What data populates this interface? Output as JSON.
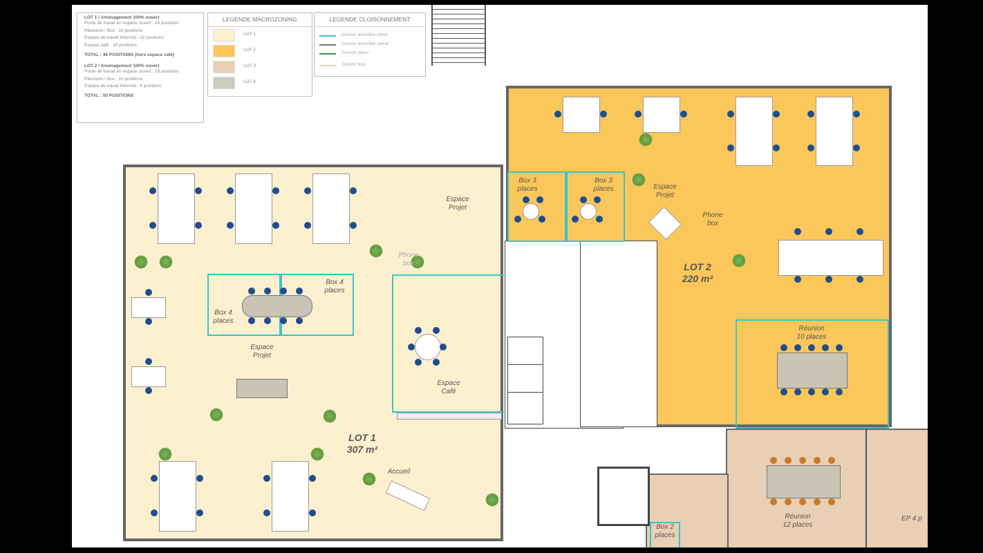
{
  "summary": {
    "lot1": {
      "title": "LOT 1 / Aménagement 100% ouvert",
      "lines": [
        "Poste de travail en espace ouvert : 24 positions",
        "Réunions / Box : 10 positions",
        "Espace de travail informel : 12 positions",
        "Espace café : 10 positions"
      ],
      "total": "TOTAL  : 46 POSITIONS (hors espace café)"
    },
    "lot2": {
      "title": "LOT 2 / Aménagement 100% ouvert",
      "lines": [
        "Poste de travail en espace ouvert : 18 positions",
        "Réunions / Box : 10 positions",
        "Espace de travail informel : 4 positions"
      ],
      "total": "TOTAL  : 50 POSITIONS"
    }
  },
  "legend_macrozoning": {
    "title": "LEGENDE MACROZONING",
    "items": [
      {
        "label": "LOT 1",
        "color": "#fdf0cf"
      },
      {
        "label": "LOT 2",
        "color": "#fbc75a"
      },
      {
        "label": "LOT 3",
        "color": "#e9cfb4"
      },
      {
        "label": "LOT 4",
        "color": "#cdcbbd"
      }
    ]
  },
  "legend_cloisonnement": {
    "title": "LEGENDE CLOISONNEMENT",
    "items": [
      {
        "label": "Cloison amovible vitrée",
        "color": "#3cc3c8"
      },
      {
        "label": "Cloison amovible pleine",
        "color": "#777777"
      },
      {
        "label": "Cloison placo",
        "color": "#3a9a4a"
      },
      {
        "label": "Cloison bois",
        "color": "#e3d6c3"
      }
    ]
  },
  "plan": {
    "lot1": {
      "name": "LOT 1",
      "area": "307 m²"
    },
    "lot2": {
      "name": "LOT 2",
      "area": "220 m²"
    },
    "rooms": {
      "box4_a": [
        "Box 4",
        "places"
      ],
      "box4_b": [
        "Box 4",
        "places"
      ],
      "espace_projet_1": [
        "Espace",
        "Projet"
      ],
      "espace_projet_2": [
        "Espace",
        "Projet"
      ],
      "espace_projet_3": [
        "Espace",
        "Projet"
      ],
      "phone_box_1": [
        "Phone",
        "box"
      ],
      "phone_box_2": [
        "Phone",
        "box"
      ],
      "espace_cafe": [
        "Espace",
        "Café"
      ],
      "accueil": "Accueil",
      "box3_a": [
        "Box 3",
        "places"
      ],
      "box3_b": [
        "Box 3",
        "places"
      ],
      "reunion_10": [
        "Réunion",
        "10 places"
      ],
      "reunion_12": [
        "Réunion",
        "12 places"
      ],
      "box2": [
        "Box 2",
        "places"
      ],
      "ep4": "EP 4 p"
    }
  }
}
